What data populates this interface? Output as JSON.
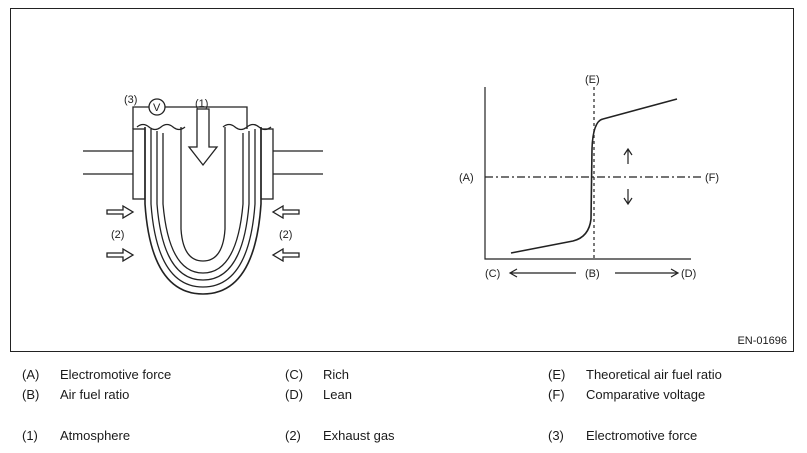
{
  "figure": {
    "id": "EN-01696",
    "sensor_labels": {
      "voltmeter_symbol": "V",
      "voltmeter_ref": "(3)",
      "atmosphere_ref": "(1)",
      "exhaust_ref_left": "(2)",
      "exhaust_ref_right": "(2)"
    },
    "graph_labels": {
      "y_ref": "(A)",
      "theoretical_ref": "(E)",
      "comparative_ref": "(F)",
      "rich_ref": "(C)",
      "x_ref": "(B)",
      "lean_ref": "(D)"
    }
  },
  "legend": {
    "A": {
      "code": "(A)",
      "text": "Electromotive force"
    },
    "B": {
      "code": "(B)",
      "text": "Air fuel ratio"
    },
    "C": {
      "code": "(C)",
      "text": "Rich"
    },
    "D": {
      "code": "(D)",
      "text": "Lean"
    },
    "E": {
      "code": "(E)",
      "text": "Theoretical air fuel ratio"
    },
    "F": {
      "code": "(F)",
      "text": "Comparative voltage"
    },
    "n1": {
      "code": "(1)",
      "text": "Atmosphere"
    },
    "n2": {
      "code": "(2)",
      "text": "Exhaust gas"
    },
    "n3": {
      "code": "(3)",
      "text": "Electromotive force"
    }
  }
}
